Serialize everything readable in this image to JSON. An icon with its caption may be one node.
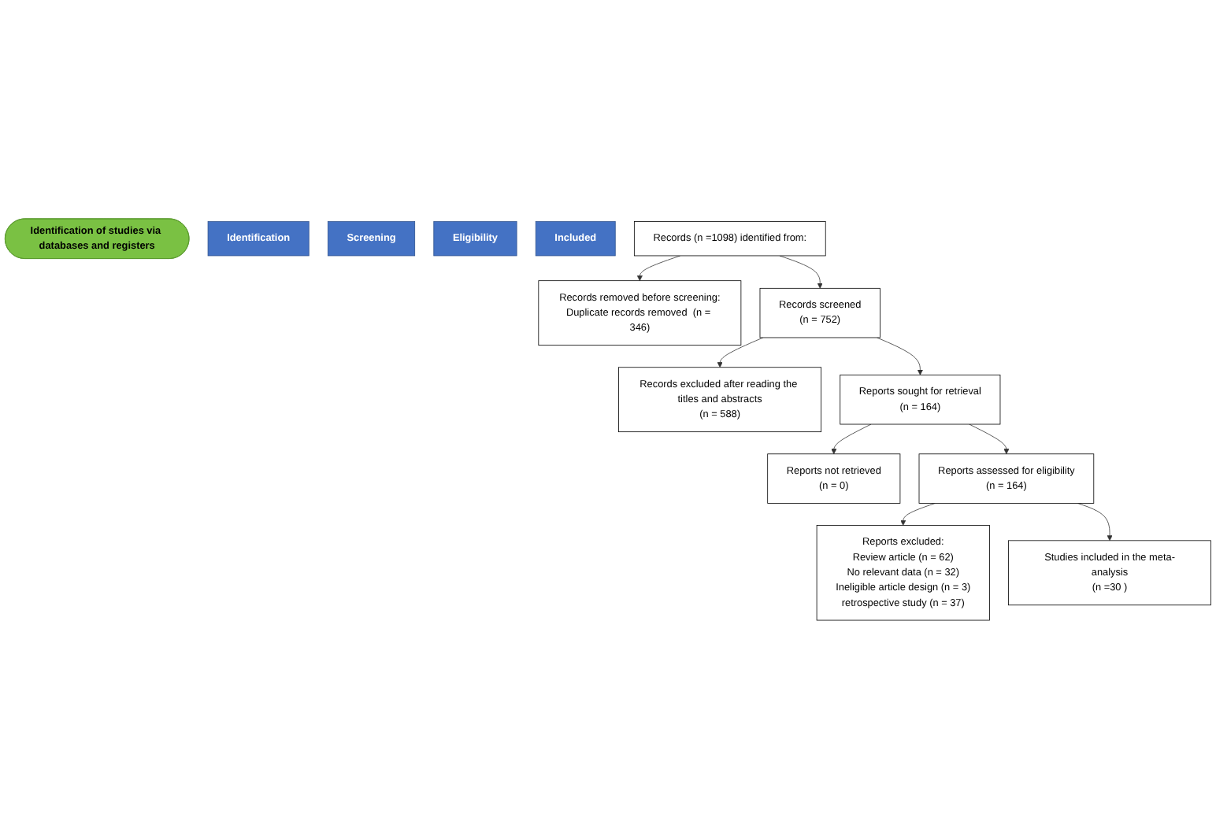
{
  "diagram": {
    "nodes": [
      {
        "text": [
          "Identification of studies via databases and registers"
        ]
      },
      {
        "text": [
          "Identification"
        ]
      },
      {
        "text": [
          "Screening"
        ]
      },
      {
        "text": [
          "Eligibility"
        ]
      },
      {
        "text": [
          "Included"
        ]
      },
      {
        "text": [
          "Records (n =1098) identified from:"
        ]
      },
      {
        "text": [
          "Records removed before screening:",
          "Duplicate records removed  (n = 346)"
        ]
      },
      {
        "text": [
          "Records screened",
          "(n = 752)"
        ]
      },
      {
        "text": [
          "Records excluded after reading the titles and abstracts",
          "(n = 588)"
        ]
      },
      {
        "text": [
          "Reports sought for retrieval",
          "(n = 164)"
        ]
      },
      {
        "text": [
          "Reports not retrieved",
          "(n = 0)"
        ]
      },
      {
        "text": [
          "Reports assessed for eligibility",
          "(n = 164)"
        ]
      },
      {
        "text": [
          "Reports excluded:",
          "Review article (n = 62)",
          "No relevant data (n = 32)",
          "Ineligible article design (n = 3)",
          "retrospective study  (n = 37)"
        ]
      },
      {
        "text": [
          "Studies included in the meta-analysis",
          "(n =30 )"
        ]
      }
    ],
    "edges": [
      {
        "from": 5,
        "to": 6,
        "arrow": "to"
      },
      {
        "from": 5,
        "to": 7,
        "arrow": "to"
      },
      {
        "from": 7,
        "to": 8,
        "arrow": "to"
      },
      {
        "from": 7,
        "to": 9,
        "arrow": "to"
      },
      {
        "from": 9,
        "to": 10,
        "arrow": "to"
      },
      {
        "from": 9,
        "to": 11,
        "arrow": "to"
      },
      {
        "from": 11,
        "to": 12,
        "arrow": "to"
      },
      {
        "from": 11,
        "to": 13,
        "arrow": "to"
      }
    ]
  }
}
